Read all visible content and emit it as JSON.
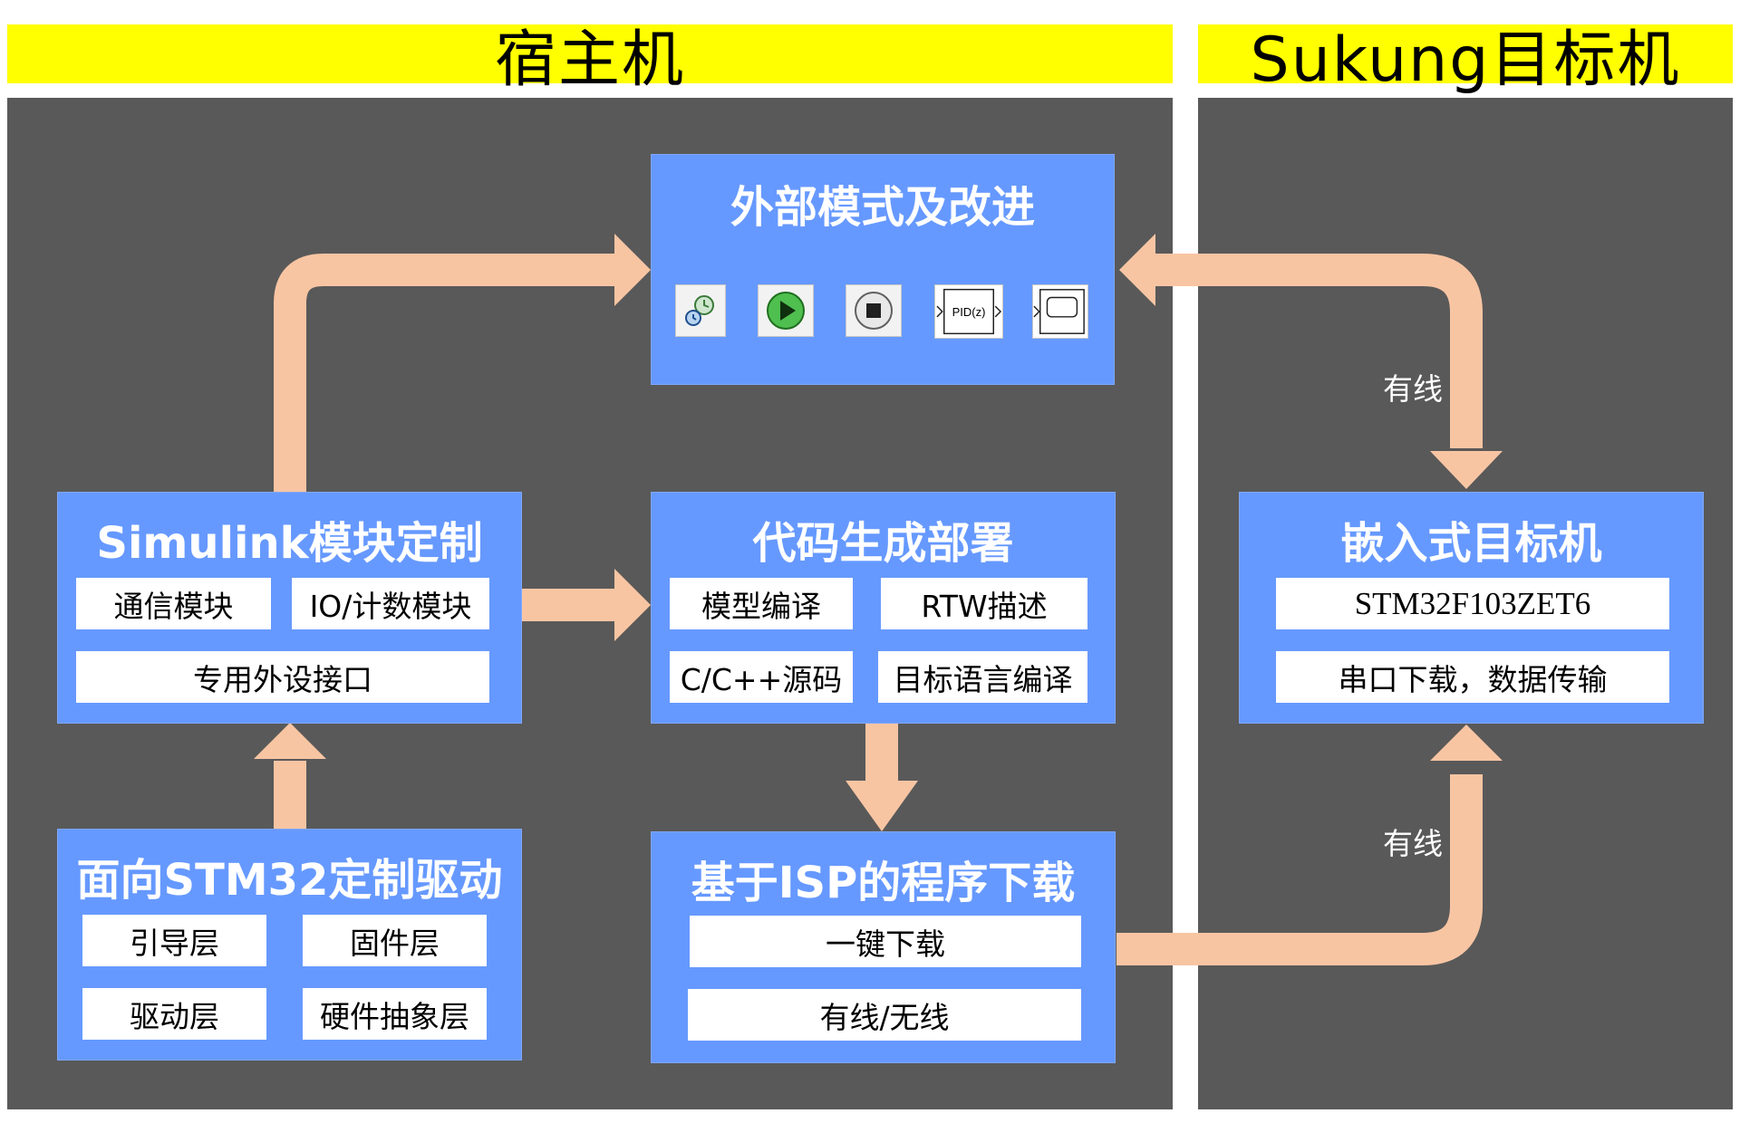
{
  "headers": {
    "host": "宿主机",
    "target": "Sukung目标机"
  },
  "external_mode": {
    "title": "外部模式及改进",
    "tools": [
      {
        "icon": "connect-to-target-icon"
      },
      {
        "icon": "run-play-icon"
      },
      {
        "icon": "stop-icon"
      },
      {
        "icon": "pid-block-icon",
        "label": "PID(z)"
      },
      {
        "icon": "scope-block-icon"
      }
    ]
  },
  "simulink": {
    "title": "Simulink模块定制",
    "cells": [
      "通信模块",
      "IO/计数模块",
      "专用外设接口"
    ]
  },
  "codegen": {
    "title": "代码生成部署",
    "cells": [
      "模型编译",
      "RTW描述",
      "C/C++源码",
      "目标语言编译"
    ]
  },
  "driver": {
    "title": "面向STM32定制驱动",
    "cells": [
      "引导层",
      "固件层",
      "驱动层",
      "硬件抽象层"
    ]
  },
  "isp": {
    "title": "基于ISP的程序下载",
    "cells": [
      "一键下载",
      "有线/无线"
    ]
  },
  "embedded": {
    "title": "嵌入式目标机",
    "cells": [
      "STM32F103ZET6",
      "串口下载，数据传输"
    ]
  },
  "edge_labels": {
    "upper": "有线",
    "lower": "有线"
  },
  "colors": {
    "header": "#ffff00",
    "panel": "#595959",
    "box": "#6699ff",
    "arrow": "#f8c5a3"
  }
}
